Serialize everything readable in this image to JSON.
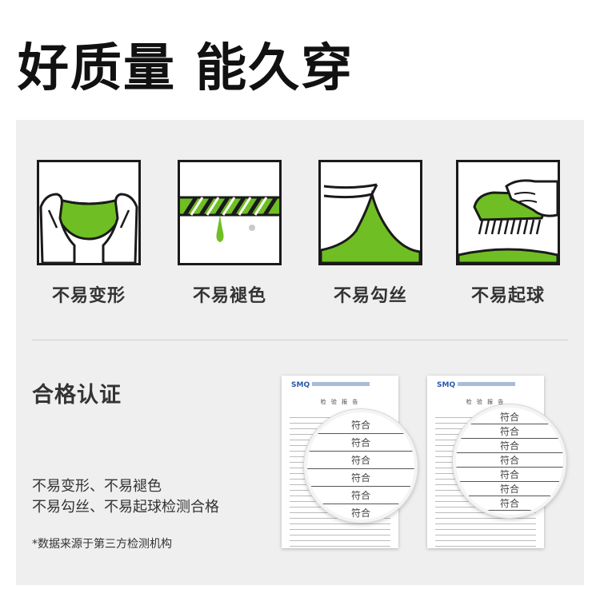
{
  "headline": "好质量 能久穿",
  "features": [
    {
      "label": "不易变形",
      "icon": "hands-stretching-fabric-icon"
    },
    {
      "label": "不易褪色",
      "icon": "twisted-rope-dripping-dye-icon"
    },
    {
      "label": "不易勾丝",
      "icon": "snagged-fabric-icon"
    },
    {
      "label": "不易起球",
      "icon": "brush-on-fabric-icon"
    }
  ],
  "certification": {
    "title": "合格认证",
    "description_line1": "不易变形、不易褪色",
    "description_line2": "不易勾丝、不易起球检测合格",
    "note": "*数据来源于第三方检测机构"
  },
  "reports": [
    {
      "logo": "SMQ",
      "doc_title": "检 验 报 告",
      "magnified": [
        "符合",
        "符合",
        "符合",
        "符合",
        "符合",
        "符合"
      ]
    },
    {
      "logo": "SMQ",
      "doc_title": "检 验 报 告",
      "magnified": [
        "符合",
        "符合",
        "符合",
        "符合",
        "符合",
        "符合",
        "符合"
      ]
    }
  ],
  "colors": {
    "accent_green": "#6fbe23",
    "outline": "#1a1a1a",
    "panel_bg": "#efefef"
  }
}
